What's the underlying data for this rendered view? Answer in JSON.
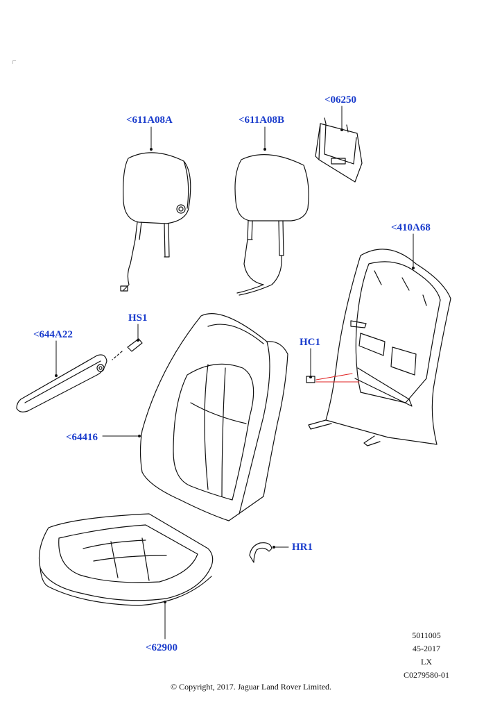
{
  "callouts": {
    "headrest_a": "<611A08A",
    "headrest_b": "<611A08B",
    "tray": "<06250",
    "back_frame": "<410A68",
    "hs1": "HS1",
    "armrest": "<644A22",
    "hc1": "HC1",
    "back_cover": "<64416",
    "hr1": "HR1",
    "cushion_cover": "<62900"
  },
  "reference": {
    "line1": "5011005",
    "line2": "45-2017",
    "line3": "LX",
    "line4": "C0279580-01"
  },
  "copyright": "© Copyright, 2017. Jaguar Land Rover Limited.",
  "colors": {
    "callout": "#1a3ccc",
    "line": "#111111",
    "highlight": "#e02020"
  }
}
